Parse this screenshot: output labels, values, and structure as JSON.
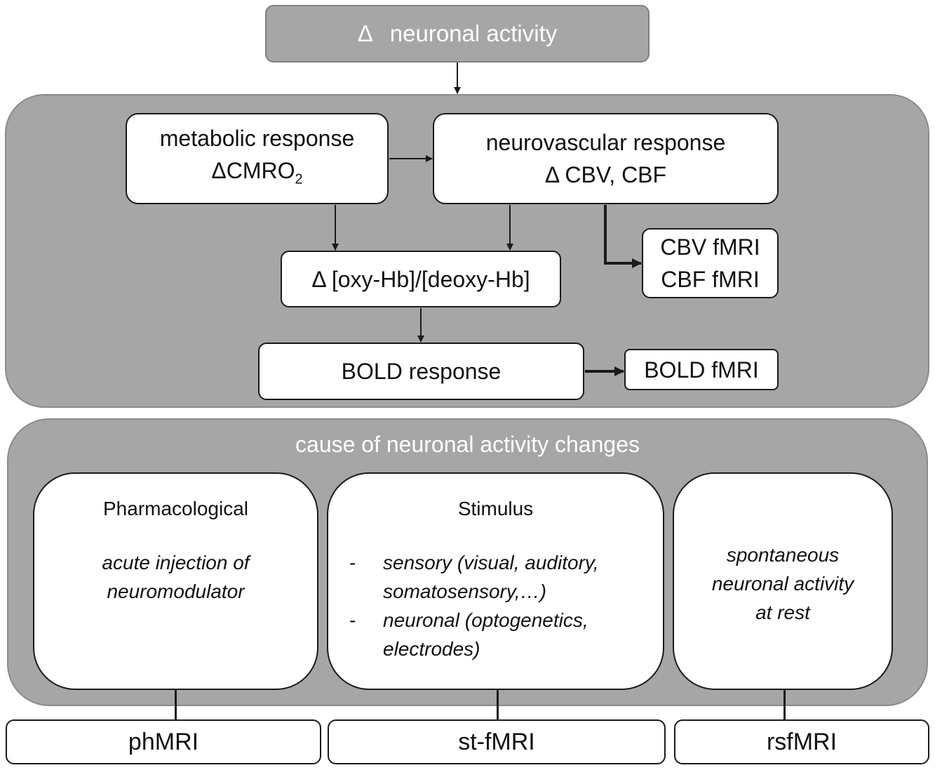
{
  "top": {
    "delta": "Δ",
    "label": "neuronal activity"
  },
  "response_panel": {
    "metabolic": {
      "line1": "metabolic response",
      "line2_prefix": "ΔCMRO",
      "line2_sub": "2"
    },
    "neurovascular": {
      "line1": "neurovascular response",
      "line2": "Δ CBV, CBF"
    },
    "hemoglobin": {
      "label": "Δ [oxy-Hb]/[deoxy-Hb]"
    },
    "cbv_cbf": {
      "line1": "CBV fMRI",
      "line2": "CBF fMRI"
    },
    "bold_response": {
      "label": "BOLD response"
    },
    "bold_fmri": {
      "label": "BOLD fMRI"
    }
  },
  "cause_panel": {
    "title": "cause of neuronal activity changes",
    "pharmacological": {
      "title": "Pharmacological",
      "line1": "acute injection of",
      "line2": "neuromodulator"
    },
    "stimulus": {
      "title": "Stimulus",
      "item1_line1": "sensory (visual, auditory,",
      "item1_line2": "somatosensory,…)",
      "item2_line1": "neuronal (optogenetics,",
      "item2_line2": "electrodes)"
    },
    "spontaneous": {
      "line1": "spontaneous",
      "line2": "neuronal activity",
      "line3": "at rest"
    }
  },
  "outputs": {
    "phmri": "phMRI",
    "stfmri": "st-fMRI",
    "rsfmri": "rsfMRI"
  },
  "colors": {
    "panel_gray": "#a6a6a6",
    "border": "#1a1a1a",
    "title_text": "#ffffff"
  }
}
